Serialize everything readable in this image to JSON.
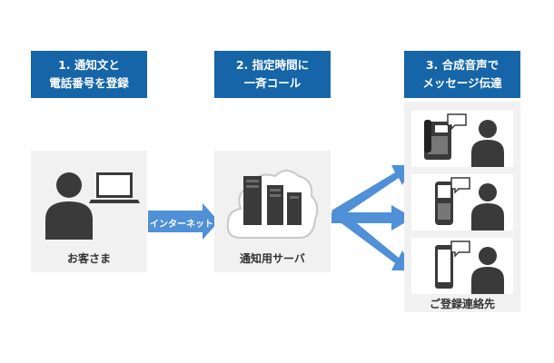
{
  "steps": [
    {
      "line1": "1. 通知文と",
      "line2": "電話番号を登録"
    },
    {
      "line1": "2. 指定時間に",
      "line2": "一斉コール"
    },
    {
      "line1": "3. 合成音声で",
      "line2": "メッセージ伝達"
    }
  ],
  "customer": {
    "label": "お客さま"
  },
  "connection": {
    "label": "インターネット"
  },
  "server": {
    "label": "通知用サーバ"
  },
  "contacts": {
    "label": "ご登録連絡先"
  },
  "colors": {
    "step_bg": "#1565a8",
    "arrow": "#4f90d6",
    "panel": "#f1f1f1",
    "icon": "#3a3a3a"
  },
  "icons": [
    "person-icon",
    "laptop-icon",
    "cloud-icon",
    "server-icon",
    "desk-phone-icon",
    "feature-phone-icon",
    "smartphone-icon",
    "speech-bubble-icon"
  ]
}
